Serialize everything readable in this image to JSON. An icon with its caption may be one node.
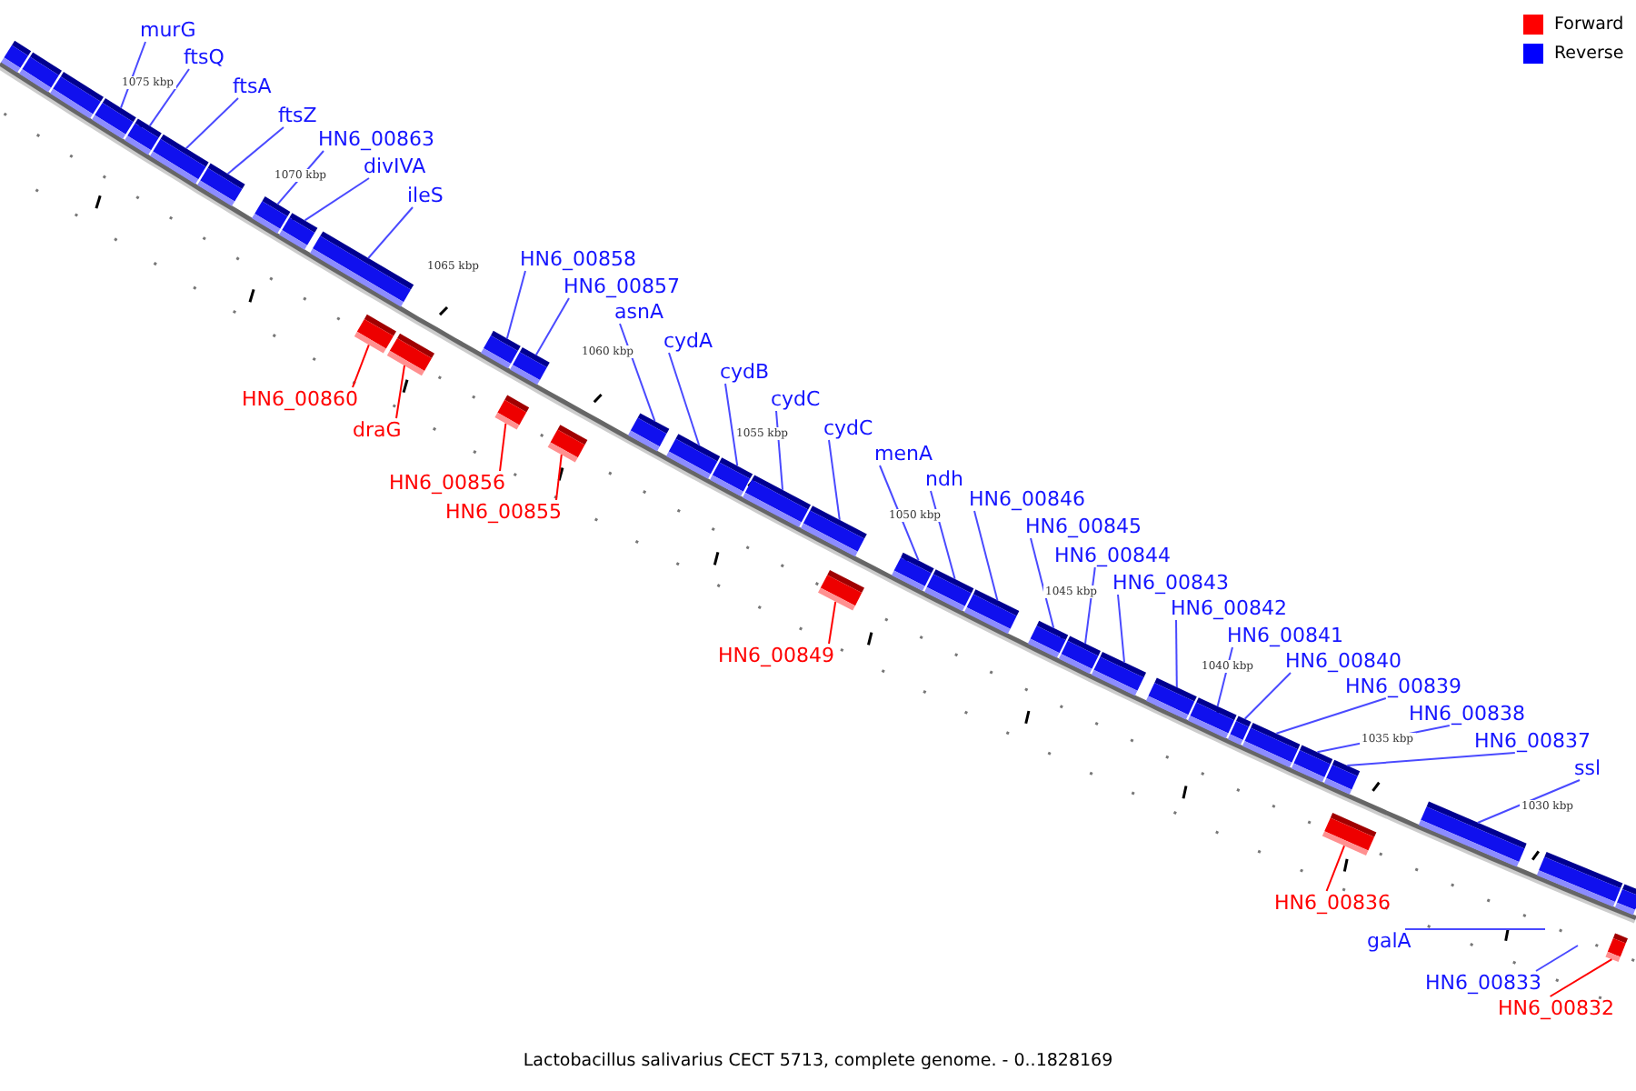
{
  "diagram": {
    "caption": "Lactobacillus salivarius CECT 5713, complete genome. - 0..1828169",
    "nodes": [
      {
        "text": [],
        "shape": "bar"
      },
      {
        "text": [],
        "shape": "bar"
      },
      {
        "text": [],
        "shape": "bar"
      },
      {
        "text": [],
        "shape": "bar"
      },
      {
        "text": [],
        "shape": "bar"
      },
      {
        "text": [],
        "shape": "bar"
      },
      {
        "text": [],
        "shape": "bar"
      },
      {
        "text": [],
        "shape": "bar"
      },
      {
        "text": [],
        "shape": "bar"
      },
      {
        "text": [],
        "shape": "bar"
      },
      {
        "text": [],
        "shape": "bar"
      },
      {
        "text": [],
        "shape": "bar"
      },
      {
        "text": [],
        "shape": "bar"
      },
      {
        "text": [],
        "shape": "bar"
      },
      {
        "text": [],
        "shape": "bar"
      },
      {
        "text": [],
        "shape": "bar"
      },
      {
        "text": [],
        "shape": "bar"
      },
      {
        "text": [],
        "shape": "bar"
      },
      {
        "text": [],
        "shape": "bar"
      },
      {
        "text": [],
        "shape": "bar"
      },
      {
        "text": [],
        "shape": "bar"
      },
      {
        "text": [],
        "shape": "bar"
      },
      {
        "text": [],
        "shape": "bar"
      },
      {
        "text": [],
        "shape": "bar"
      },
      {
        "text": [],
        "shape": "bar"
      },
      {
        "text": [],
        "shape": "bar"
      },
      {
        "text": [],
        "shape": "bar"
      },
      {
        "text": [],
        "shape": "bar"
      },
      {
        "text": [],
        "shape": "bar"
      },
      {
        "text": [],
        "shape": "bar"
      },
      {
        "text": [],
        "shape": "bar"
      },
      {
        "text": [],
        "shape": "bar"
      },
      {
        "text": [],
        "shape": "bar"
      },
      {
        "text": [],
        "shape": "bar"
      },
      {
        "text": [],
        "shape": "bar"
      },
      {
        "text": [],
        "shape": "bar"
      },
      {
        "text": [],
        "shape": "bar"
      },
      {
        "text": [],
        "shape": "bar"
      },
      {
        "text": [],
        "shape": "bar"
      },
      {
        "text": [
          "murG"
        ]
      },
      {
        "text": [
          "ftsQ"
        ]
      },
      {
        "text": [
          "ftsA"
        ]
      },
      {
        "text": [
          "ftsZ"
        ]
      },
      {
        "text": [
          "HN6_00863"
        ]
      },
      {
        "text": [
          "divIVA"
        ]
      },
      {
        "text": [
          "ileS"
        ]
      },
      {
        "text": [
          "HN6_00858"
        ]
      },
      {
        "text": [
          "HN6_00857"
        ]
      },
      {
        "text": [
          "asnA"
        ]
      },
      {
        "text": [
          "cydA"
        ]
      },
      {
        "text": [
          "cydB"
        ]
      },
      {
        "text": [
          "cydC"
        ]
      },
      {
        "text": [
          "cydC"
        ]
      },
      {
        "text": [
          "menA"
        ]
      },
      {
        "text": [
          "ndh"
        ]
      },
      {
        "text": [
          "HN6_00846"
        ]
      },
      {
        "text": [
          "HN6_00845"
        ]
      },
      {
        "text": [
          "HN6_00844"
        ]
      },
      {
        "text": [
          "HN6_00843"
        ]
      },
      {
        "text": [
          "HN6_00842"
        ]
      },
      {
        "text": [
          "HN6_00841"
        ]
      },
      {
        "text": [
          "HN6_00840"
        ]
      },
      {
        "text": [
          "HN6_00839"
        ]
      },
      {
        "text": [
          "HN6_00838"
        ]
      },
      {
        "text": [
          "HN6_00837"
        ]
      },
      {
        "text": [
          "ssl"
        ]
      },
      {
        "text": [
          "HN6_00860"
        ]
      },
      {
        "text": [
          "draG"
        ]
      },
      {
        "text": [
          "HN6_00856"
        ]
      },
      {
        "text": [
          "HN6_00855"
        ]
      },
      {
        "text": [
          "HN6_00849"
        ]
      },
      {
        "text": [
          "HN6_00836"
        ]
      },
      {
        "text": [
          "galA"
        ]
      },
      {
        "text": [
          "HN6_00833"
        ]
      },
      {
        "text": [
          "HN6_00832"
        ]
      }
    ],
    "edges": [
      {
        "from": 39,
        "to": 3,
        "arrow": "none"
      },
      {
        "from": 40,
        "to": 4,
        "arrow": "none"
      },
      {
        "from": 41,
        "to": 5,
        "arrow": "none"
      },
      {
        "from": 42,
        "to": 6,
        "arrow": "none"
      },
      {
        "from": 43,
        "to": 7,
        "arrow": "none"
      },
      {
        "from": 44,
        "to": 8,
        "arrow": "none"
      },
      {
        "from": 45,
        "to": 9,
        "arrow": "none"
      },
      {
        "from": 46,
        "to": 12,
        "arrow": "none"
      },
      {
        "from": 47,
        "to": 13,
        "arrow": "none"
      },
      {
        "from": 48,
        "to": 16,
        "arrow": "none"
      },
      {
        "from": 49,
        "to": 17,
        "arrow": "none"
      },
      {
        "from": 50,
        "to": 18,
        "arrow": "none"
      },
      {
        "from": 51,
        "to": 19,
        "arrow": "none"
      },
      {
        "from": 52,
        "to": 20,
        "arrow": "none"
      },
      {
        "from": 53,
        "to": 22,
        "arrow": "none"
      },
      {
        "from": 54,
        "to": 23,
        "arrow": "none"
      },
      {
        "from": 55,
        "to": 24,
        "arrow": "none"
      },
      {
        "from": 56,
        "to": 25,
        "arrow": "none"
      },
      {
        "from": 57,
        "to": 26,
        "arrow": "none"
      },
      {
        "from": 58,
        "to": 27,
        "arrow": "none"
      },
      {
        "from": 59,
        "to": 28,
        "arrow": "none"
      },
      {
        "from": 60,
        "to": 29,
        "arrow": "none"
      },
      {
        "from": 61,
        "to": 30,
        "arrow": "none"
      },
      {
        "from": 62,
        "to": 31,
        "arrow": "none"
      },
      {
        "from": 63,
        "to": 32,
        "arrow": "none"
      },
      {
        "from": 64,
        "to": 33,
        "arrow": "none"
      },
      {
        "from": 65,
        "to": 35,
        "arrow": "none"
      },
      {
        "from": 66,
        "to": 10,
        "arrow": "none",
        "color": "#ff0000"
      },
      {
        "from": 67,
        "to": 11,
        "arrow": "none",
        "color": "#ff0000"
      },
      {
        "from": 68,
        "to": 14,
        "arrow": "none",
        "color": "#ff0000"
      },
      {
        "from": 69,
        "to": 15,
        "arrow": "none",
        "color": "#ff0000"
      },
      {
        "from": 70,
        "to": 21,
        "arrow": "none",
        "color": "#ff0000"
      },
      {
        "from": 71,
        "to": 34,
        "arrow": "none",
        "color": "#ff0000"
      },
      {
        "from": 72,
        "to": null,
        "arrow": "none"
      },
      {
        "from": 73,
        "to": null,
        "arrow": "none"
      },
      {
        "from": 74,
        "to": 38,
        "arrow": "none",
        "color": "#ff0000"
      }
    ],
    "labels": [
      "1075 kbp",
      "1070 kbp",
      "1065 kbp",
      "1060 kbp",
      "1055 kbp",
      "1050 kbp",
      "1045 kbp",
      "1040 kbp",
      "1035 kbp",
      "1030 kbp"
    ],
    "legend": [
      {
        "text": "Forward",
        "color": "#ff0000"
      },
      {
        "text": "Reverse",
        "color": "#0000ff"
      }
    ]
  }
}
